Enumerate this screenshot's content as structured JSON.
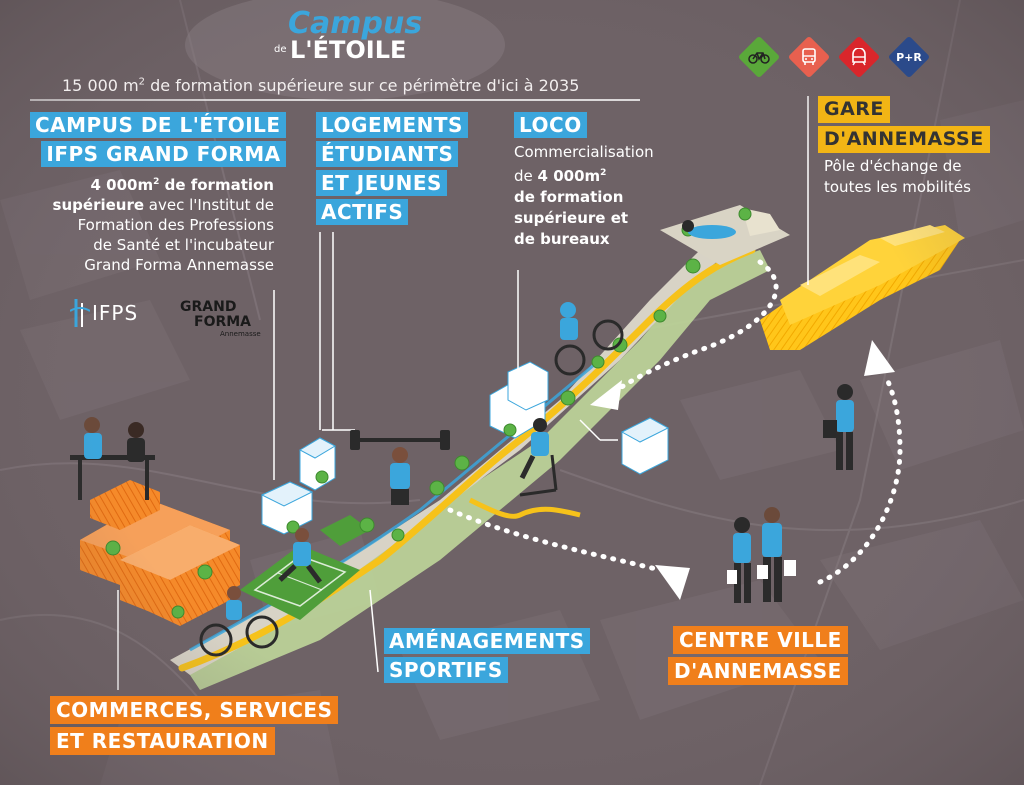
{
  "logo": {
    "top": "Campus",
    "small": "de",
    "main": "L'ÉTOILE"
  },
  "tagline_pre": "15 000 m",
  "tagline_sup": "2",
  "tagline_post": " de formation supérieure sur ce périmètre d'ici à 2035",
  "mobility_badges": [
    {
      "name": "bike",
      "color": "#5aa83a"
    },
    {
      "name": "bus",
      "color": "#e8604f"
    },
    {
      "name": "train",
      "color": "#d9262b"
    },
    {
      "name": "park-and-ride",
      "label": "P+R",
      "color": "#2b4a8a"
    }
  ],
  "campus": {
    "title1": "CAMPUS DE L'ÉTOILE",
    "title2": "IFPS GRAND FORMA",
    "line1_bold": "4 000m",
    "line1_sup": "2",
    "line1_rest": " de formation",
    "line2_bold": "supérieure",
    "line2_rest": " avec l'Institut de",
    "line3": "Formation des Professions",
    "line4": "de Santé et l'incubateur",
    "line5": "Grand Forma Annemasse",
    "logo_ifps": "IFPS",
    "logo_gf1": "GRAND",
    "logo_gf2": "FORMA",
    "logo_gf3": "Annemasse"
  },
  "logements": {
    "l1": "LOGEMENTS",
    "l2": "ÉTUDIANTS",
    "l3": "ET JEUNES",
    "l4": "ACTIFS"
  },
  "loco": {
    "title": "LOCO",
    "l1": "Commercialisation",
    "l2_pre": "de ",
    "l2_bold": "4 000m",
    "l2_sup": "2",
    "l3": "de formation",
    "l4": "supérieure et",
    "l5": "de bureaux"
  },
  "gare": {
    "l1": "GARE",
    "l2": "D'ANNEMASSE",
    "d1": "Pôle d'échange de",
    "d2": "toutes les mobilités"
  },
  "sport": {
    "l1": "AMÉNAGEMENTS",
    "l2": "SPORTIFS"
  },
  "centre": {
    "l1": "CENTRE VILLE",
    "l2": "D'ANNEMASSE"
  },
  "commerces": {
    "l1": "COMMERCES, SERVICES",
    "l2": "ET RESTAURATION"
  }
}
